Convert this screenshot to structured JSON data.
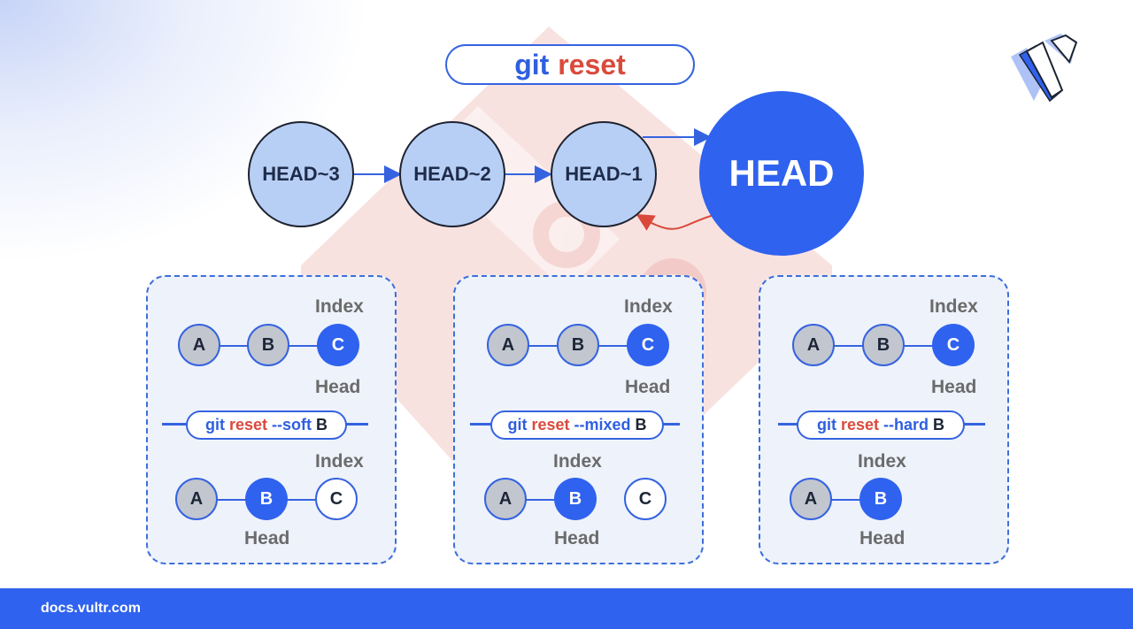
{
  "title": {
    "word1": "git",
    "word2": "reset"
  },
  "commits": [
    {
      "label": "HEAD~3"
    },
    {
      "label": "HEAD~2"
    },
    {
      "label": "HEAD~1"
    },
    {
      "label": "HEAD"
    }
  ],
  "panels": [
    {
      "index_label": "Index",
      "head_label": "Head",
      "before_nodes": [
        "A",
        "B",
        "C"
      ],
      "command": {
        "git": "git",
        "reset": "reset",
        "flag": "--soft",
        "target": "B"
      },
      "after_nodes": [
        "A",
        "B",
        "C"
      ]
    },
    {
      "index_label": "Index",
      "head_label": "Head",
      "before_nodes": [
        "A",
        "B",
        "C"
      ],
      "command": {
        "git": "git",
        "reset": "reset",
        "flag": "--mixed",
        "target": "B"
      },
      "after_nodes": [
        "A",
        "B",
        "C"
      ]
    },
    {
      "index_label": "Index",
      "head_label": "Head",
      "before_nodes": [
        "A",
        "B",
        "C"
      ],
      "command": {
        "git": "git",
        "reset": "reset",
        "flag": "--hard",
        "target": "B"
      },
      "after_nodes": [
        "A",
        "B"
      ]
    }
  ],
  "footer": {
    "text": "docs.vultr.com"
  },
  "icons": {
    "brand": "vultr-logo-icon",
    "background": "git-logo-icon"
  },
  "colors": {
    "accent_blue": "#2f62ee",
    "accent_red": "#d94a3c",
    "commit_light": "#b8cff5",
    "panel_bg": "#eef2fb",
    "node_gray": "#c2c6cf"
  }
}
